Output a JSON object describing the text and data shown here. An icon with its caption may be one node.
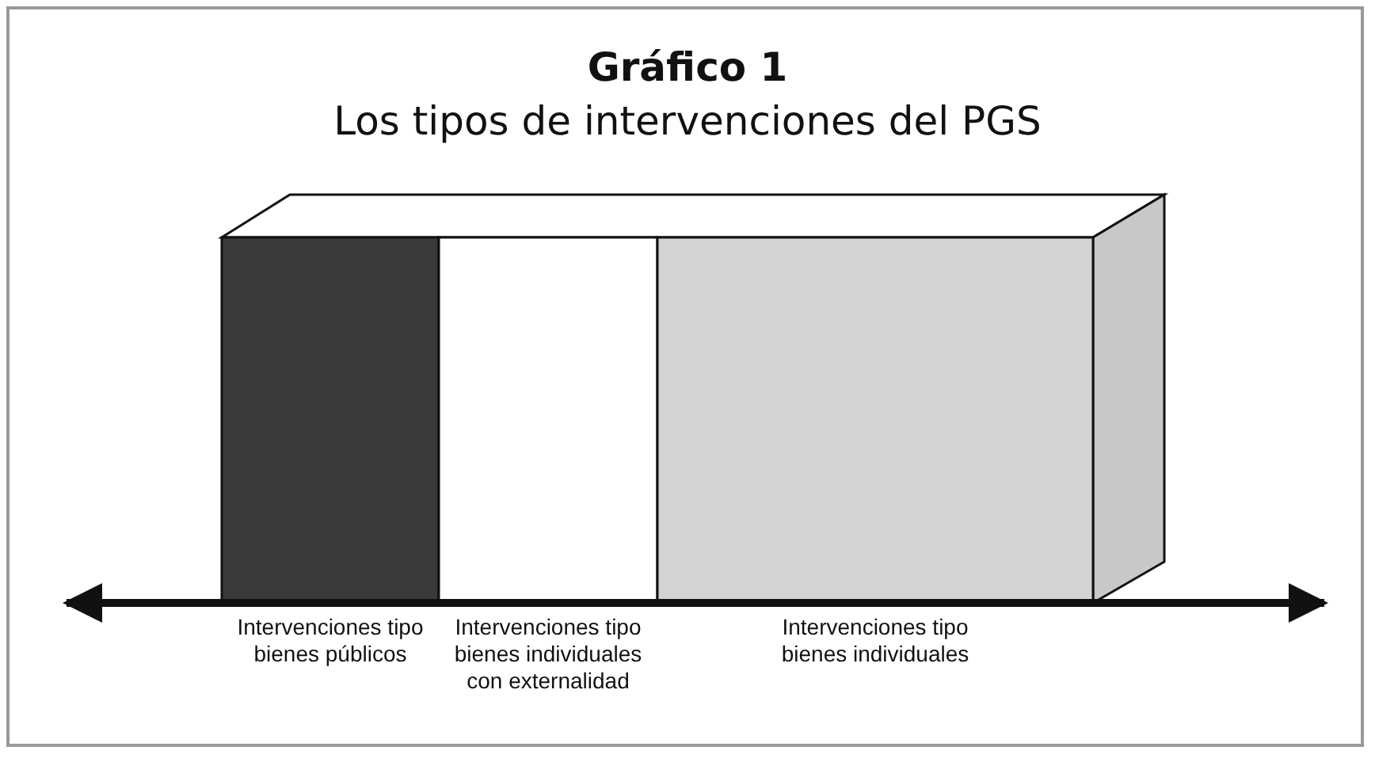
{
  "diagram": {
    "title": "Gráfico 1",
    "labels": [
      "Los tipos de intervenciones del PGS",
      "Intervenciones tipo bienes públicos",
      "Intervenciones tipo bienes individuales con externalidad",
      "Intervenciones tipo bienes individuales"
    ]
  }
}
